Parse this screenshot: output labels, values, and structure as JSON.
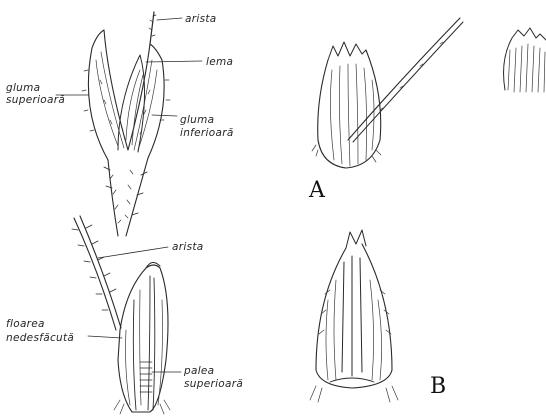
{
  "labels": {
    "arista_top": "arista",
    "lema": "lema",
    "gluma_sup_1": "gluma",
    "gluma_sup_2": "superioară",
    "gluma_inf_1": "gluma",
    "gluma_inf_2": "inferioară",
    "arista_bottom": "arista",
    "floarea_1": "floarea",
    "floarea_2": "nedesfăcută",
    "palea_1": "palea",
    "palea_2": "superioară"
  },
  "figure_letters": {
    "a": "A",
    "b": "B"
  },
  "colors": {
    "ink": "#2a2a2a",
    "background": "#ffffff"
  }
}
